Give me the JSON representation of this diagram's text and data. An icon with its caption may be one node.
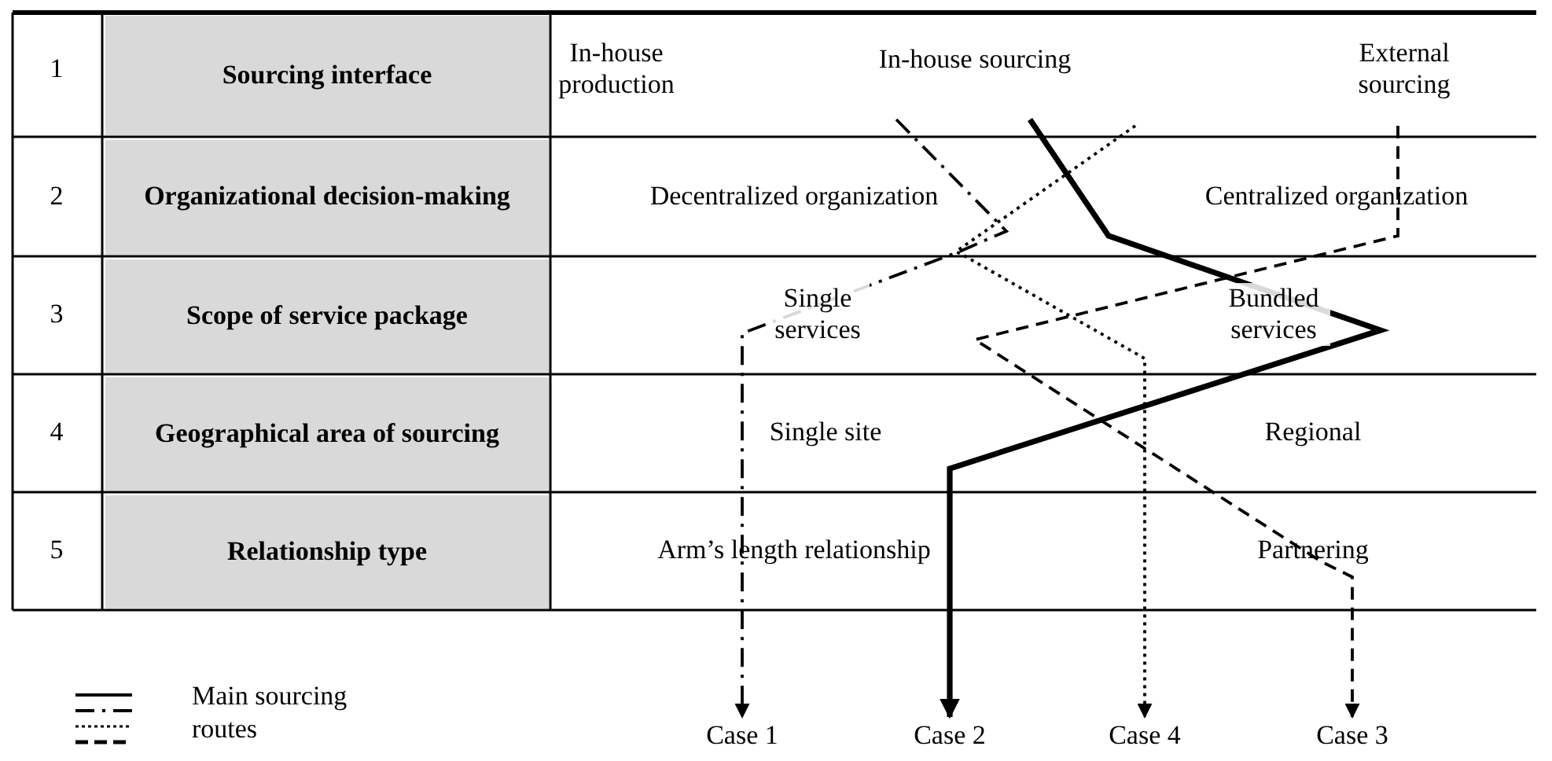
{
  "diagram": {
    "nodes": [
      {
        "text": [
          "Case 1"
        ]
      },
      {
        "text": [
          "Case 2"
        ]
      },
      {
        "text": [
          "Case 4"
        ]
      },
      {
        "text": [
          "Case 3"
        ]
      }
    ],
    "edges": [
      {
        "from": null,
        "to": 0,
        "arrow": "to",
        "style": "dashed"
      },
      {
        "from": null,
        "to": 1,
        "arrow": "to",
        "style": "thick"
      },
      {
        "from": null,
        "to": 2,
        "arrow": "to",
        "style": "dashed"
      },
      {
        "from": null,
        "to": 3,
        "arrow": "to",
        "style": "dashed"
      }
    ],
    "labels": [
      "1",
      "Sourcing interface",
      "In-house production",
      "In-house sourcing",
      "External sourcing",
      "2",
      "Organizational decision-making",
      "Decentralized organization",
      "Centralized organization",
      "3",
      "Scope of service package",
      "Single services",
      "Bundled services",
      "4",
      "Geographical area of sourcing",
      "Single site",
      "Regional",
      "5",
      "Relationship type",
      "Arm’s length relationship",
      "Partnering"
    ],
    "legend": [
      {
        "text": "Main sourcing routes"
      }
    ]
  }
}
